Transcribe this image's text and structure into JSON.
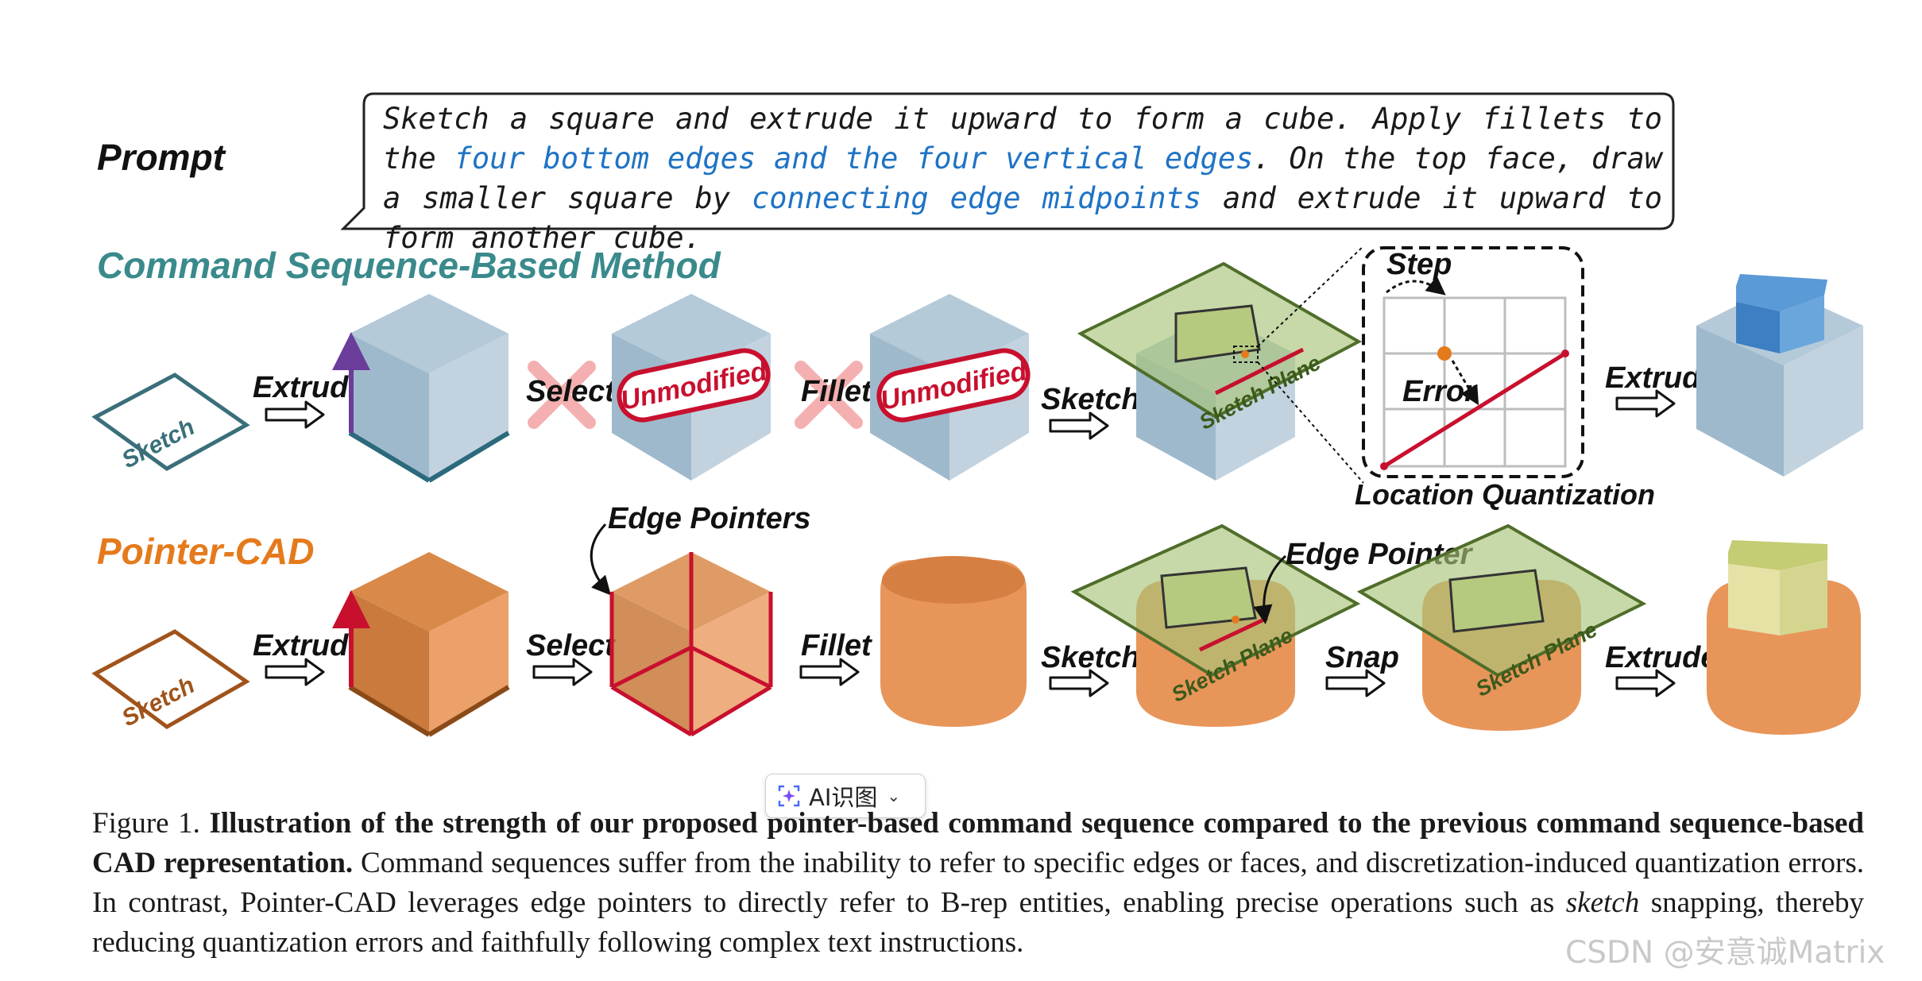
{
  "figure": {
    "prompt_label": "Prompt",
    "prompt": {
      "seg1": "Sketch a square and extrude it upward to form a cube. Apply fillets to the ",
      "hl1": "four bottom edges and the four vertical edges",
      "seg2": ". On the top face, draw a smaller square by ",
      "hl2": "connecting edge midpoints",
      "seg3": " and extrude it upward to form another cube."
    },
    "rows": {
      "command": {
        "title": "Command Sequence-Based Method",
        "sketch_label": "Sketch",
        "extrude_label": "Extrude",
        "select_label": "Select",
        "unmodified_1": "Unmodified",
        "fillet_label": "Fillet",
        "unmodified_2": "Unmodified",
        "sketch_arrow_label": "Sketch",
        "sketch_plane": "Sketch Plane",
        "step_label": "Step",
        "error_label": "Error",
        "quantization_label": "Location Quantization",
        "extrude_label_2": "Extrude"
      },
      "pointer": {
        "title": "Pointer-CAD",
        "sketch_label": "Sketch",
        "extrude_label": "Extrude",
        "edge_pointers_label": "Edge Pointers",
        "select_label": "Select",
        "fillet_label": "Fillet",
        "sketch_arrow_label": "Sketch",
        "sketch_plane": "Sketch Plane",
        "edge_pointer_label": "Edge Pointer",
        "snap_label": "Snap",
        "sketch_plane_2": "Sketch Plane",
        "extrude_label_2": "Extrude"
      }
    },
    "colors": {
      "command_title": "#3a8a8c",
      "pointer_title": "#e57a1c",
      "prompt_highlight": "#1f73c4",
      "unmodified": "#c8102e",
      "blue_cube": "#a9c1d4",
      "orange_cube": "#e8955a",
      "plane": "#9dbb6a"
    },
    "caption": {
      "lead": "Figure 1.",
      "bold": "Illustration of the strength of our proposed pointer-based command sequence compared to the previous command sequence-based CAD representation.",
      "part1": " Command sequences suffer from the inability to refer to specific edges or faces, and discretization-induced quantization errors. In contrast, Pointer-CAD leverages edge pointers to directly refer to B-rep entities, enabling precise operations such as ",
      "italic": "sketch",
      "part2": " snapping, thereby reducing quantization errors and faithfully following complex text instructions."
    }
  },
  "overlay": {
    "ai_button_label": "AI识图",
    "ai_icon": "sparkle-scan-icon",
    "chevron_icon": "chevron-down-icon",
    "watermark": "CSDN @安意诚Matrix"
  }
}
